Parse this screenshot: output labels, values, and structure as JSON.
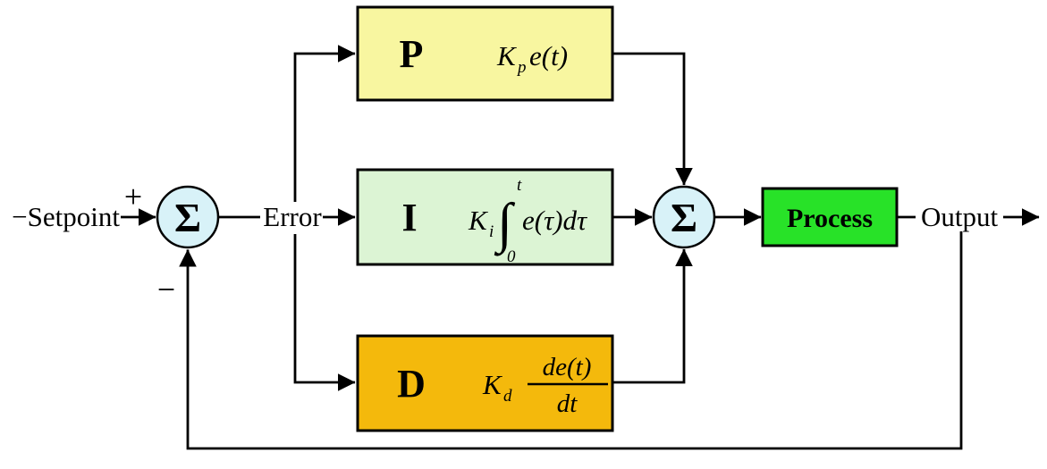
{
  "labels": {
    "setpoint": "−Setpoint",
    "plus": "+",
    "minus": "−",
    "error": "Error",
    "output": "Output",
    "sigma": "Σ"
  },
  "blocks": {
    "p": {
      "letter": "P",
      "fill": "#F8F6A0"
    },
    "i": {
      "letter": "I",
      "fill": "#DCF4D4"
    },
    "d": {
      "letter": "D",
      "fill": "#F4B90C"
    },
    "process": {
      "label": "Process",
      "fill": "#28E228",
      "text_color": "#084008"
    }
  },
  "formulas": {
    "p": {
      "coef": "K",
      "sub": "p",
      "expr": "e(t)"
    },
    "i": {
      "coef": "K",
      "sub": "i",
      "integral_sign": "∫",
      "upper_limit": "t",
      "lower_limit": "0",
      "expr": "e(τ)dτ"
    },
    "d": {
      "coef": "K",
      "sub": "d",
      "numerator": "de(t)",
      "denominator": "dt"
    }
  },
  "colors": {
    "junction_fill": "#D8F2F8",
    "line": "#000000",
    "background": "#FFFFFF"
  }
}
